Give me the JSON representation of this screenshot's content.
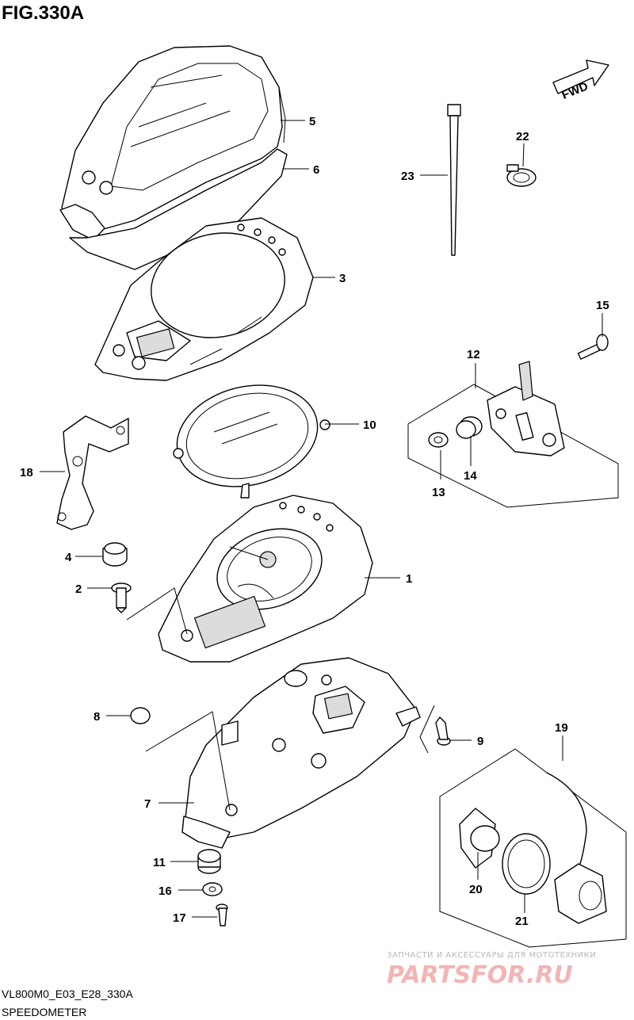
{
  "figure": {
    "title": "FIG.330A",
    "model_code": "VL800M0_E03_E28_330A",
    "name": "SPEEDOMETER"
  },
  "direction_badge": {
    "label": "FWD"
  },
  "parts": [
    {
      "ref": "1"
    },
    {
      "ref": "2"
    },
    {
      "ref": "3"
    },
    {
      "ref": "4"
    },
    {
      "ref": "5"
    },
    {
      "ref": "6"
    },
    {
      "ref": "7"
    },
    {
      "ref": "8"
    },
    {
      "ref": "9"
    },
    {
      "ref": "10"
    },
    {
      "ref": "11"
    },
    {
      "ref": "12"
    },
    {
      "ref": "13"
    },
    {
      "ref": "14"
    },
    {
      "ref": "15"
    },
    {
      "ref": "16"
    },
    {
      "ref": "17"
    },
    {
      "ref": "18"
    },
    {
      "ref": "19"
    },
    {
      "ref": "20"
    },
    {
      "ref": "21"
    },
    {
      "ref": "22"
    },
    {
      "ref": "23"
    }
  ],
  "watermark": {
    "tagline": "ЗАПЧАСТИ И АКСЕССУАРЫ ДЛЯ МОТОТЕХНИКИ",
    "brand": "PARTSFOR.RU"
  }
}
